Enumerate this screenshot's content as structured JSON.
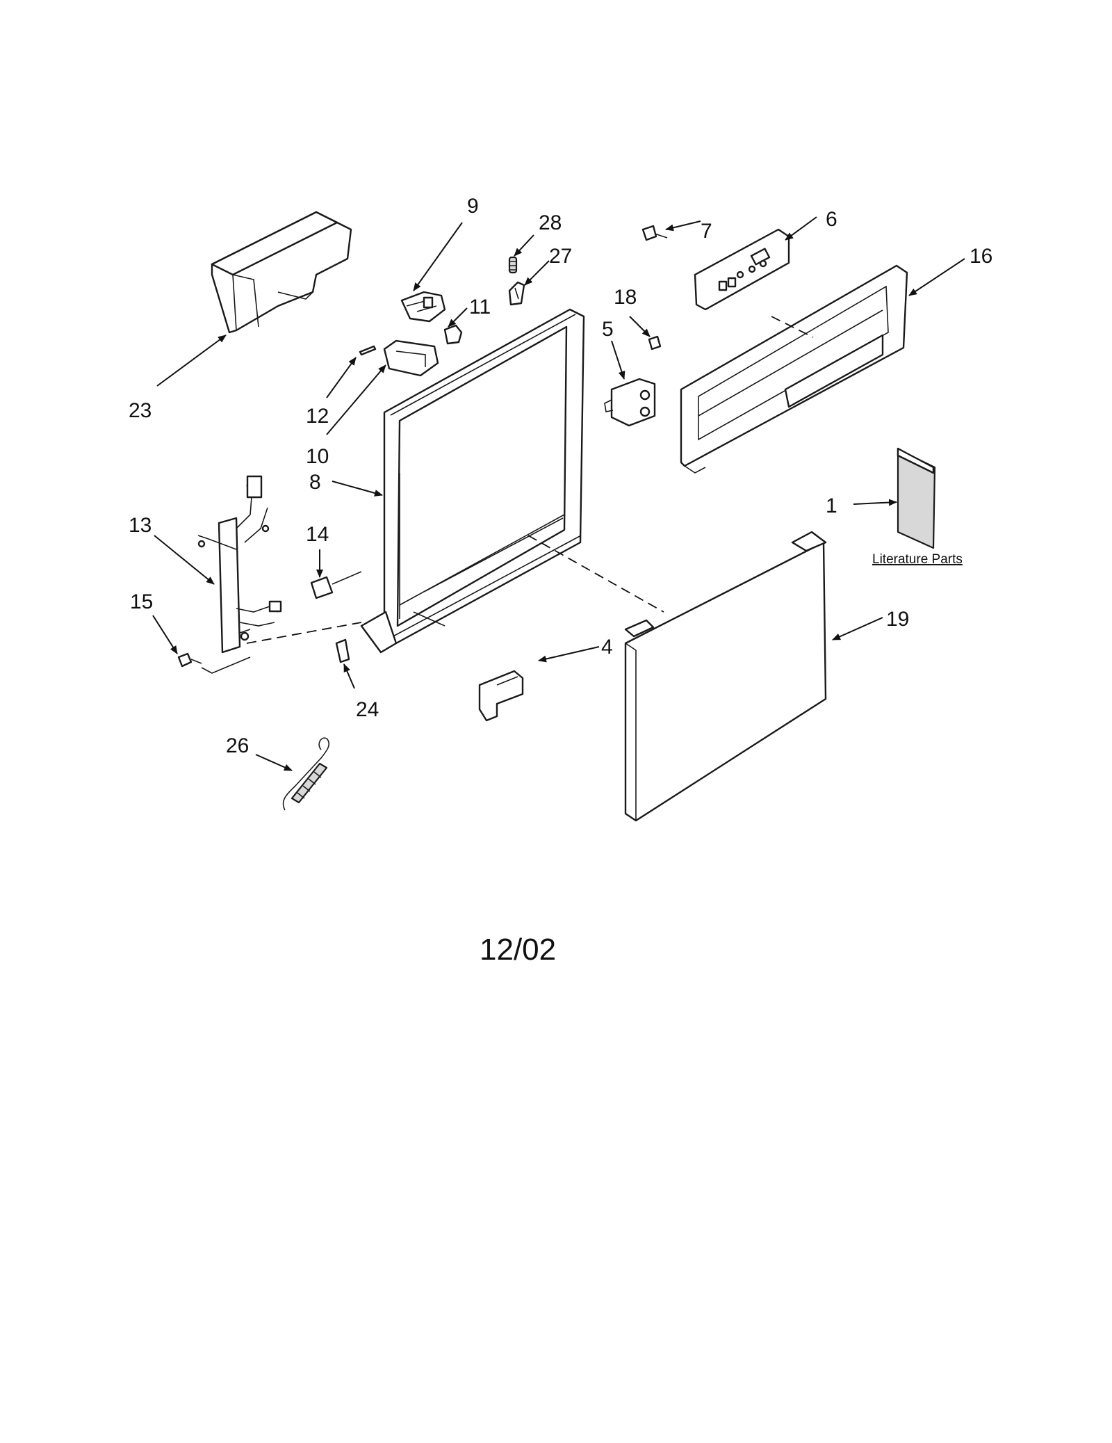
{
  "diagram": {
    "callouts": {
      "c1": "1",
      "c4": "4",
      "c5": "5",
      "c6": "6",
      "c7": "7",
      "c8": "8",
      "c9": "9",
      "c10": "10",
      "c11": "11",
      "c12": "12",
      "c13": "13",
      "c14": "14",
      "c15": "15",
      "c16": "16",
      "c18": "18",
      "c19": "19",
      "c23": "23",
      "c24": "24",
      "c26": "26",
      "c27": "27",
      "c28": "28"
    },
    "literature_label": "Literature Parts",
    "date_code": "12/02"
  }
}
